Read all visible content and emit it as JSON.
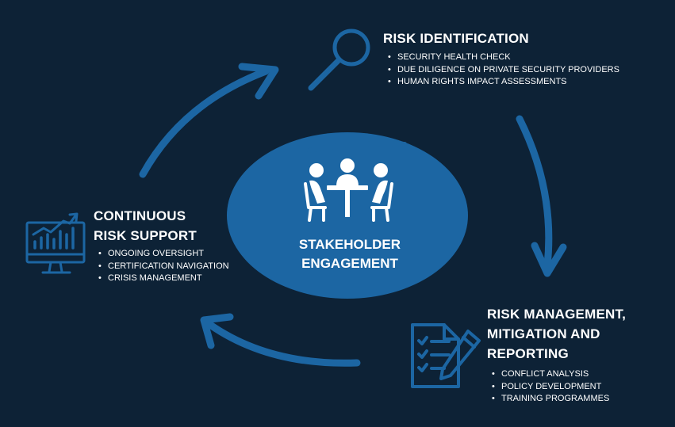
{
  "center": {
    "title_lines": [
      "STAKEHOLDER",
      "ENGAGEMENT"
    ],
    "icon": "meeting-people-icon"
  },
  "risk_identification": {
    "title": "RISK IDENTIFICATION",
    "icon": "magnifier-icon",
    "items": [
      "SECURITY HEALTH CHECK",
      "DUE DILIGENCE ON PRIVATE SECURITY PROVIDERS",
      "HUMAN RIGHTS IMPACT ASSESSMENTS"
    ]
  },
  "risk_management": {
    "title_lines": [
      "RISK MANAGEMENT,",
      "MITIGATION AND",
      "REPORTING"
    ],
    "icon": "checklist-pen-icon",
    "items": [
      "CONFLICT ANALYSIS",
      "POLICY DEVELOPMENT",
      "TRAINING PROGRAMMES"
    ]
  },
  "continuous_support": {
    "title_lines": [
      "CONTINUOUS",
      "RISK SUPPORT"
    ],
    "icon": "monitor-chart-icon",
    "items": [
      "ONGOING OVERSIGHT",
      "CERTIFICATION NAVIGATION",
      "CRISIS MANAGEMENT"
    ]
  },
  "colors": {
    "background": "#0d2236",
    "accent": "#1c66a3",
    "text": "#ffffff"
  }
}
